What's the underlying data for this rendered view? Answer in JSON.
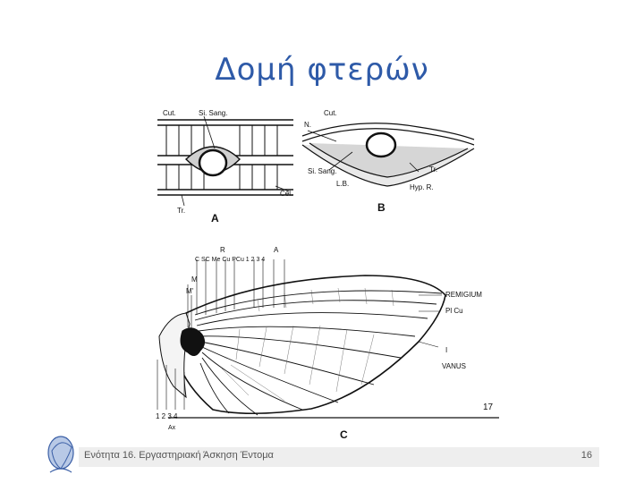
{
  "slide": {
    "title": "Δομή φτερών",
    "footer_text": "Ενότητα 16. Εργαστηριακή Άσκηση Έντομα",
    "page_number": "16"
  },
  "figure": {
    "panel_a": {
      "letter": "A",
      "labels": {
        "cut": "Cut.",
        "sisang": "Si. Sang.",
        "cel": "Cel.",
        "tr": "Tr."
      }
    },
    "panel_b": {
      "letter": "B",
      "labels": {
        "n": "N.",
        "cut": "Cut.",
        "sisang": "Si. Sang.",
        "lb": "L.B.",
        "hypr": "Hyp. R.",
        "tr": "Tr."
      }
    },
    "panel_c": {
      "letter": "C",
      "top_labels": {
        "r": "R",
        "a": "A",
        "veins": "C  SC  Me  Cu  PCu  1    2    3    4"
      },
      "left_labels": {
        "m": "M",
        "m1": "M'"
      },
      "right_labels": {
        "remigium": "REMIGIUM",
        "plcu": "Pl Cu",
        "i": "I",
        "vanus": "VANUS"
      },
      "bottom_labels": {
        "nums": "1   2   3   4",
        "ax": "Ax"
      },
      "page_ref": "17"
    }
  }
}
